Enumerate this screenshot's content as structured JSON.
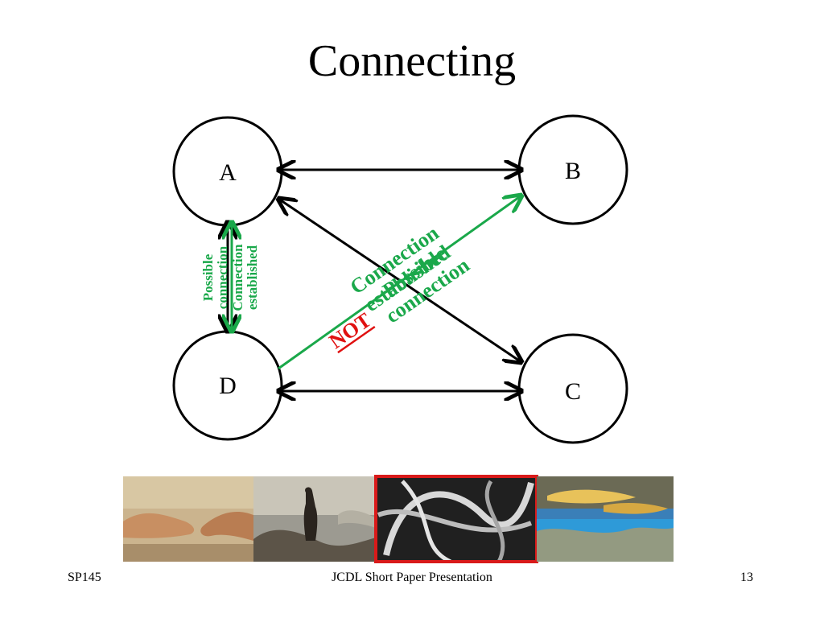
{
  "slide": {
    "title": "Connecting"
  },
  "diagram": {
    "nodes": [
      "A",
      "B",
      "C",
      "D"
    ],
    "labels": {
      "a_d_line1": "Possible",
      "a_d_line2": "connection",
      "a_d_line3": "Connection",
      "a_d_line4": "established",
      "d_b_line1": "Connection",
      "d_b_line2": "established",
      "d_b_line3": "Possible",
      "d_b_line4": "connection",
      "not": "NOT"
    },
    "colors": {
      "arrow": "#000000",
      "established": "#1aa84a",
      "negation": "#e01010"
    }
  },
  "images": {
    "strip": [
      "hands-fresco",
      "wanderer-above-sea-of-fog",
      "highway-interchange",
      "fish-underwater"
    ],
    "highlighted": "highway-interchange",
    "highlight_color": "#d91a1a"
  },
  "footer": {
    "left": "SP145",
    "center": "JCDL Short Paper Presentation",
    "right": "13"
  }
}
